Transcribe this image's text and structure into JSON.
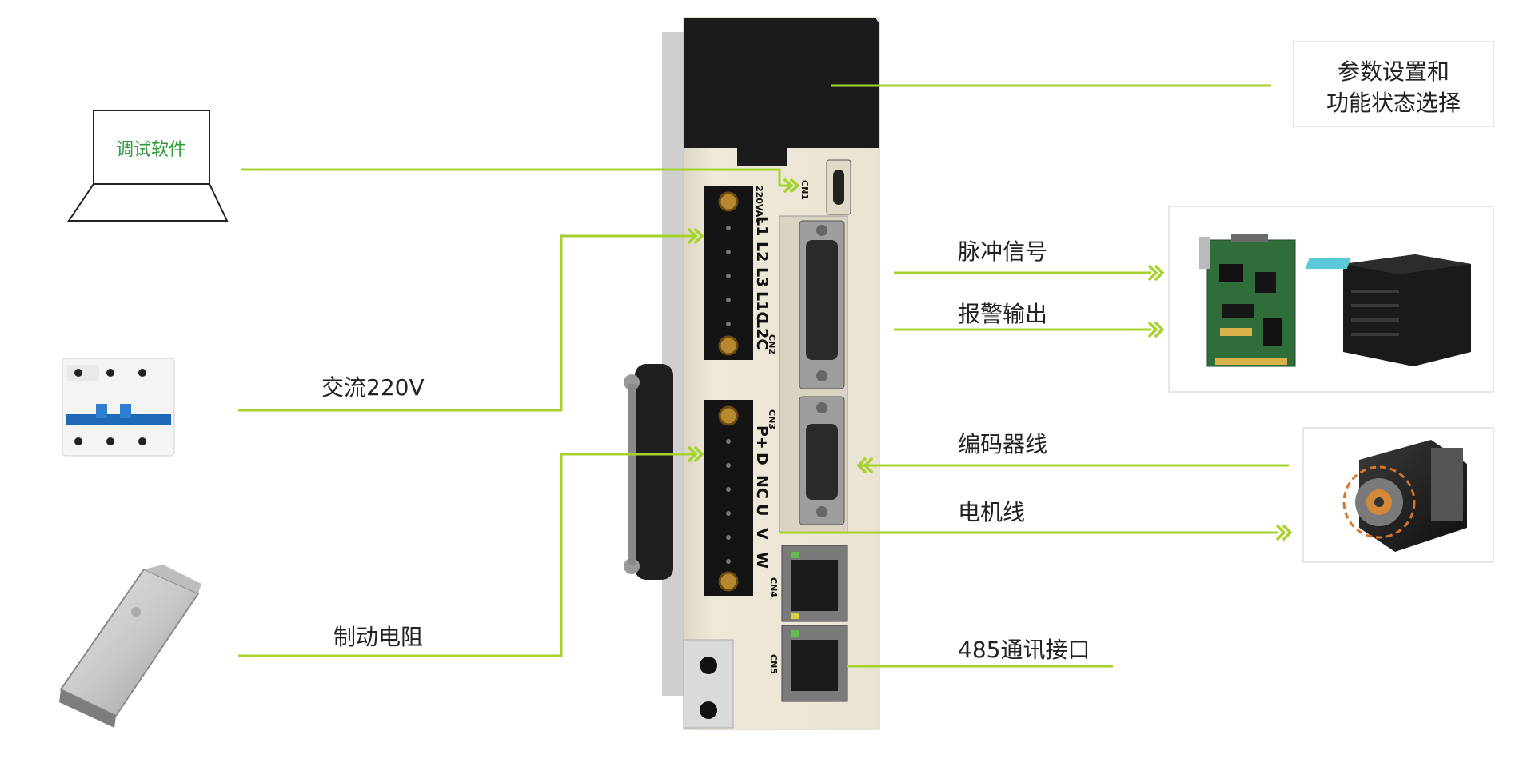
{
  "colors": {
    "line": "#a6d22c",
    "drive_body": "#ece6d6",
    "drive_panel": "#1c1c1c",
    "laptop_text": "#2f9a3c"
  },
  "labels": {
    "software": "调试软件",
    "power": "交流220V",
    "brake_resistor": "制动电阻",
    "params": "参数设置和功能状态选择",
    "params_line1": "参数设置和",
    "params_line2": "功能状态选择",
    "pulse": "脉冲信号",
    "alarm": "报警输出",
    "encoder": "编码器线",
    "motor": "电机线",
    "rs485": "485通讯接口"
  },
  "drive": {
    "cn1": "CN1",
    "cn2": "CN2",
    "cn3": "CN3",
    "cn4": "CN4",
    "cn5": "CN5",
    "vac": "220VAC",
    "terminals_top": [
      "L1",
      "L2",
      "L3",
      "L1C",
      "L2C"
    ],
    "terminals_bottom": [
      "P+",
      "D",
      "NC",
      "U",
      "V",
      "W"
    ]
  },
  "icons": {
    "laptop": "laptop-icon",
    "breaker": "circuit-breaker-icon",
    "resistor": "brake-resistor-icon",
    "controller_card": "motion-control-card-icon",
    "plc": "plc-icon",
    "motor": "servo-motor-icon"
  }
}
